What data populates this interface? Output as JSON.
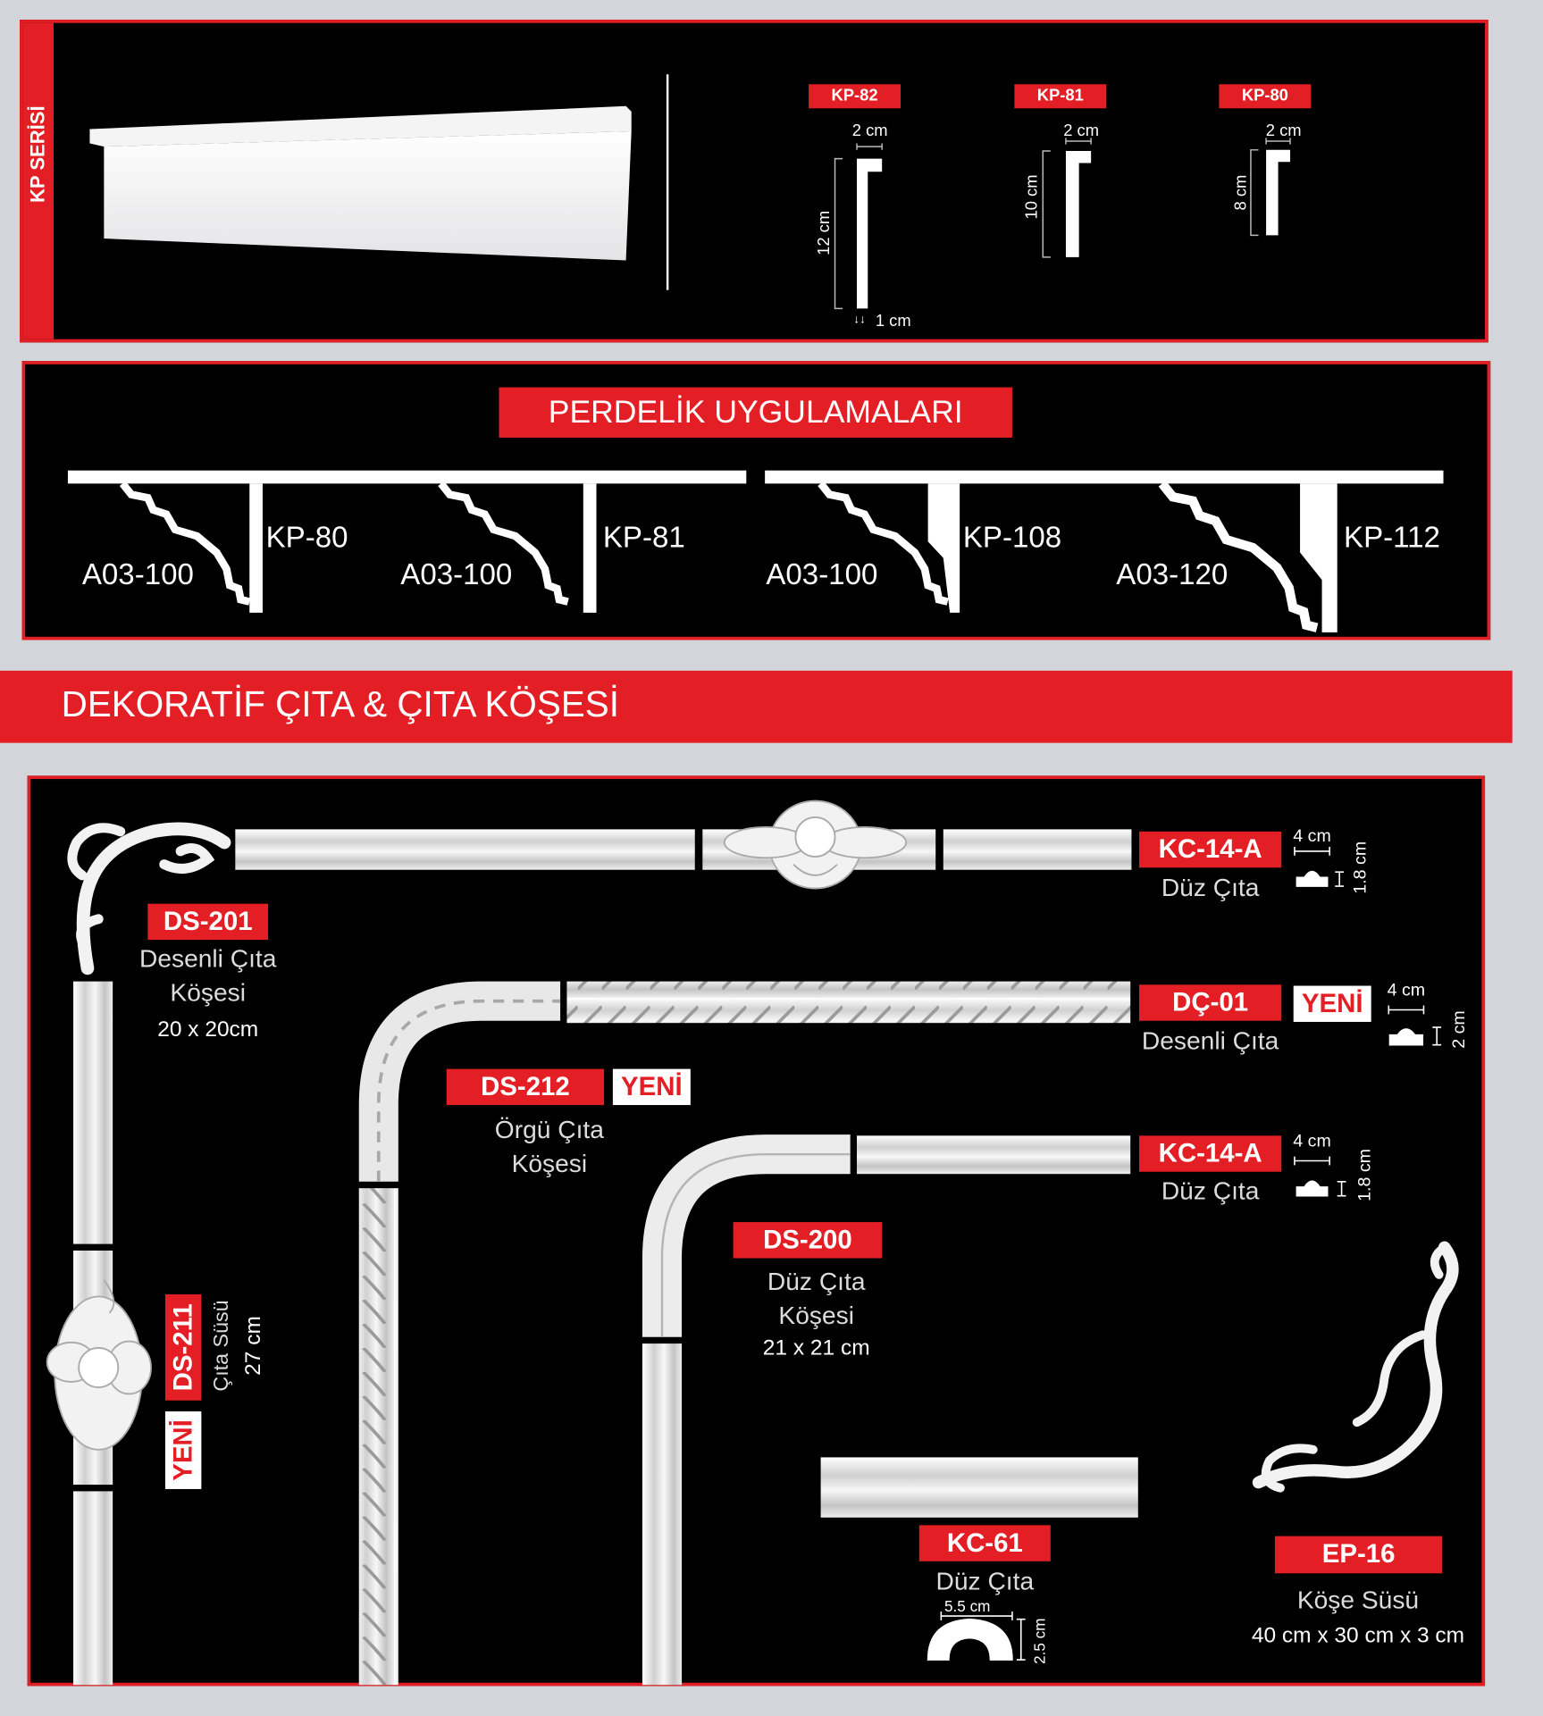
{
  "kp_series": {
    "side_label": "KP SERİSİ",
    "profiles": [
      {
        "code": "KP-82",
        "width": "2 cm",
        "height": "12 cm",
        "thickness": "1 cm"
      },
      {
        "code": "KP-81",
        "width": "2 cm",
        "height": "10 cm"
      },
      {
        "code": "KP-80",
        "width": "2 cm",
        "height": "8 cm"
      }
    ]
  },
  "curtain": {
    "title": "PERDELİK UYGULAMALARI",
    "combos": [
      {
        "cornice": "A03-100",
        "profile": "KP-80"
      },
      {
        "cornice": "A03-100",
        "profile": "KP-81"
      },
      {
        "cornice": "A03-100",
        "profile": "KP-108"
      },
      {
        "cornice": "A03-120",
        "profile": "KP-112"
      }
    ]
  },
  "section_title": "DEKORATİF ÇITA & ÇITA KÖŞESİ",
  "products": {
    "kc14a_top": {
      "code": "KC-14-A",
      "name": "Düz Çıta",
      "width": "4 cm",
      "height": "1.8 cm"
    },
    "ds201": {
      "code": "DS-201",
      "name1": "Desenli Çıta",
      "name2": "Köşesi",
      "size": "20 x 20cm"
    },
    "dc01": {
      "code": "DÇ-01",
      "badge": "YENİ",
      "name": "Desenli Çıta",
      "width": "4 cm",
      "height": "2 cm"
    },
    "ds212": {
      "code": "DS-212",
      "badge": "YENİ",
      "name1": "Örgü Çıta",
      "name2": "Köşesi"
    },
    "kc14a_mid": {
      "code": "KC-14-A",
      "name": "Düz Çıta",
      "width": "4 cm",
      "height": "1.8 cm"
    },
    "ds200": {
      "code": "DS-200",
      "name1": "Düz Çıta",
      "name2": "Köşesi",
      "size": "21 x 21 cm"
    },
    "ds211": {
      "code": "DS-211",
      "badge": "YENİ",
      "name": "Çıta Süsü",
      "size": "27 cm"
    },
    "kc61": {
      "code": "KC-61",
      "name": "Düz Çıta",
      "width": "5.5 cm",
      "height": "2.5 cm"
    },
    "ep16": {
      "code": "EP-16",
      "name": "Köşe Süsü",
      "size": "40 cm x 30 cm x 3 cm"
    }
  },
  "colors": {
    "brand_red": "#e31e24",
    "panel": "#000000",
    "background": "#d4d5da"
  }
}
